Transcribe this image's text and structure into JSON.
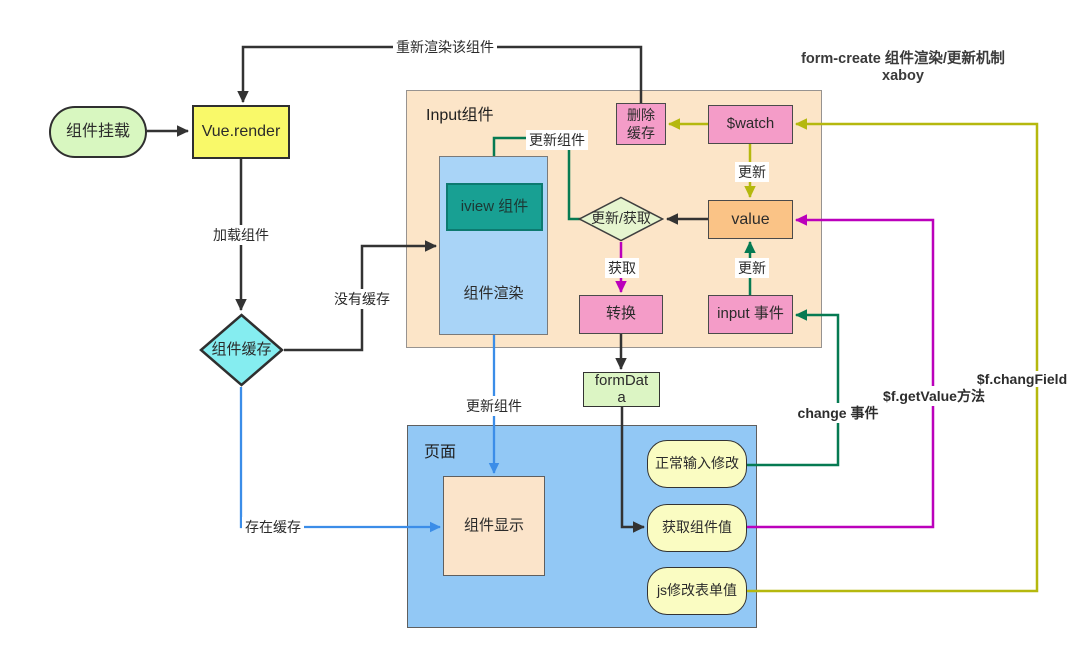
{
  "title": {
    "line1": "form-create 组件渲染/更新机制",
    "line2": "xaboy"
  },
  "containers": {
    "input_component": {
      "label": "Input组件"
    },
    "page": {
      "label": "页面"
    }
  },
  "nodes": {
    "mount": {
      "label": "组件挂载"
    },
    "vue_render": {
      "label": "Vue.render"
    },
    "component_cache": {
      "label": "组件缓存"
    },
    "component_render": {
      "label": "组件渲染"
    },
    "iview_component": {
      "label": "iview 组件"
    },
    "delete_cache": {
      "label": "删除缓存"
    },
    "watch": {
      "label": "$watch"
    },
    "value": {
      "label": "value"
    },
    "update_or_get": {
      "label": "更新/获取"
    },
    "convert": {
      "label": "转换"
    },
    "input_event": {
      "label": "input 事件"
    },
    "form_data": {
      "label": "formData"
    },
    "component_display": {
      "label": "组件显示"
    },
    "normal_input_modify": {
      "label": "正常输入修改"
    },
    "get_component_value": {
      "label": "获取组件值"
    },
    "js_modify_form_value": {
      "label": "js修改表单值"
    }
  },
  "edge_labels": {
    "rerender_component": "重新渲染该组件",
    "load_component": "加载组件",
    "no_cache": "没有缓存",
    "cache_exists": "存在缓存",
    "update_component_render": "更新组件",
    "update_component_display": "更新组件",
    "update_from_watch": "更新",
    "update_from_input": "更新",
    "get_value": "获取",
    "change_event": "change 事件",
    "getvalue_method": "$f.getValue方法",
    "changfield_method": "$f.changField"
  },
  "colors": {
    "arrow_black": "#333333",
    "arrow_olive": "#b5b80e",
    "arrow_magenta": "#bb00bb",
    "arrow_green": "#067a52",
    "arrow_blue": "#3b8de8",
    "node_pink": "#f49cc8",
    "node_orange": "#fac386",
    "node_yellow": "#f9f969",
    "node_light_green": "#d8f7c0",
    "node_cyan": "#85edf0",
    "node_teal": "#18a093",
    "container_peach": "#fce5c8",
    "container_blue": "#92c8f5",
    "render_panel_blue": "#a9d4f7",
    "rounded_pale_yellow": "#fafcc2",
    "diamond_pale_green": "#e6f5cf",
    "form_data_green": "#dcf5c4",
    "display_peach": "#fbe4ca"
  }
}
